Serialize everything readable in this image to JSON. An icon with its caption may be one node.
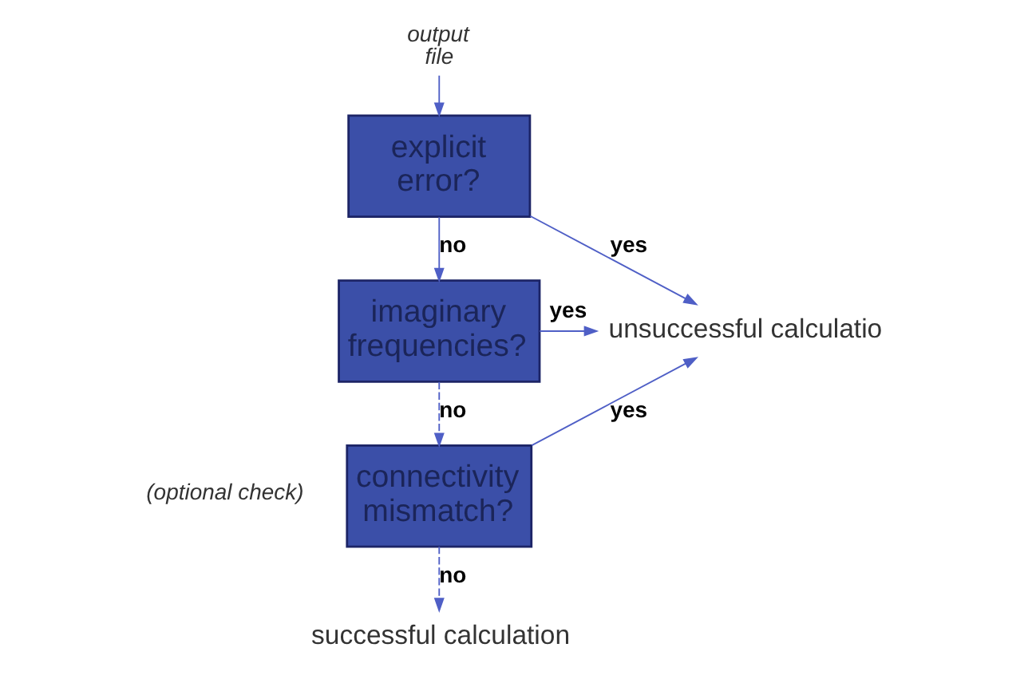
{
  "diagram": {
    "nodes": [
      {
        "text": [
          "output file"
        ]
      },
      {
        "text": [
          "explicit error?"
        ]
      },
      {
        "text": [
          "imaginary frequencies?"
        ]
      },
      {
        "text": [
          "connectivity mismatch?"
        ],
        "beside": [
          "(optional check)"
        ]
      },
      {
        "text": [
          "unsuccessful calculatio"
        ]
      },
      {
        "text": [
          "successful calculation"
        ]
      }
    ],
    "edges": [
      {
        "from": 0,
        "to": 1,
        "arrow": "to"
      },
      {
        "from": 1,
        "to": 4,
        "arrow": "to",
        "label": "yes"
      },
      {
        "from": 1,
        "to": 2,
        "arrow": "to",
        "label": "no"
      },
      {
        "from": 2,
        "to": 4,
        "arrow": "to",
        "label": "yes"
      },
      {
        "from": 2,
        "to": 3,
        "arrow": "to",
        "label": "no",
        "style": "dashed"
      },
      {
        "from": 3,
        "to": 4,
        "arrow": "to",
        "label": "yes"
      },
      {
        "from": 3,
        "to": 5,
        "arrow": "to",
        "label": "no",
        "style": "dashed"
      }
    ]
  }
}
